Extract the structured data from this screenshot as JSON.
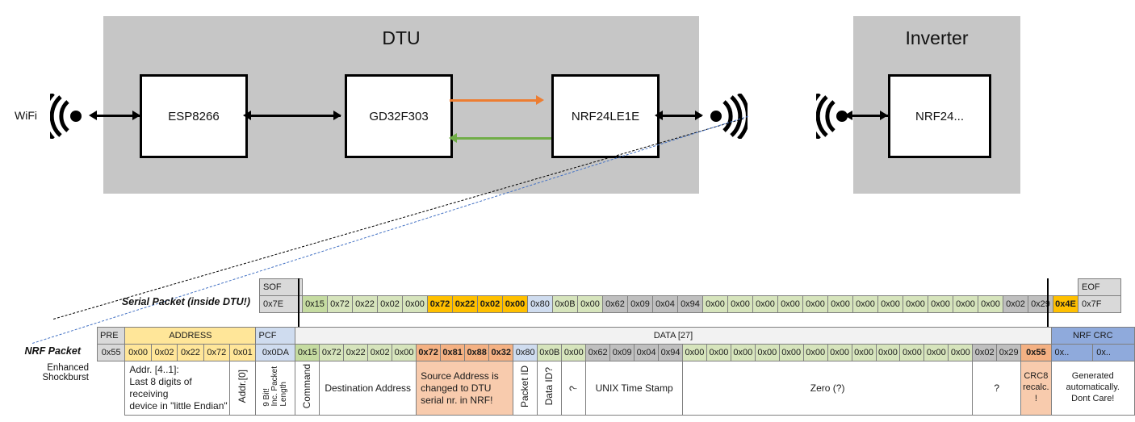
{
  "diagram": {
    "dtu": {
      "title": "DTU",
      "chips": [
        {
          "label": "ESP8266"
        },
        {
          "label": "GD32F303"
        },
        {
          "label": "NRF24LE1E"
        }
      ],
      "wifi_label": "WiFi",
      "internal_arrows": [
        {
          "name": "tx-arrow",
          "color": "#ED7D31",
          "direction": "right"
        },
        {
          "name": "rx-arrow",
          "color": "#70AD47",
          "direction": "left"
        }
      ]
    },
    "inverter": {
      "title": "Inverter",
      "chips": [
        {
          "label": "NRF24..."
        }
      ]
    }
  },
  "serial_packet": {
    "row_label": "Serial Packet (inside DTU!)",
    "sof_header": "SOF",
    "eof_header": "EOF",
    "sof_value": "0x7E",
    "eof_value": "0x7F",
    "cells": [
      {
        "v": "0x15",
        "c": "c-darkgreen"
      },
      {
        "v": "0x72",
        "c": "c-green"
      },
      {
        "v": "0x22",
        "c": "c-green"
      },
      {
        "v": "0x02",
        "c": "c-green"
      },
      {
        "v": "0x00",
        "c": "c-green"
      },
      {
        "v": "0x72",
        "c": "c-yellow"
      },
      {
        "v": "0x22",
        "c": "c-yellow"
      },
      {
        "v": "0x02",
        "c": "c-yellow"
      },
      {
        "v": "0x00",
        "c": "c-yellow"
      },
      {
        "v": "0x80",
        "c": "c-blue"
      },
      {
        "v": "0x0B",
        "c": "c-green"
      },
      {
        "v": "0x00",
        "c": "c-green"
      },
      {
        "v": "0x62",
        "c": "c-grey2"
      },
      {
        "v": "0x09",
        "c": "c-grey2"
      },
      {
        "v": "0x04",
        "c": "c-grey2"
      },
      {
        "v": "0x94",
        "c": "c-grey2"
      },
      {
        "v": "0x00",
        "c": "c-green"
      },
      {
        "v": "0x00",
        "c": "c-green"
      },
      {
        "v": "0x00",
        "c": "c-green"
      },
      {
        "v": "0x00",
        "c": "c-green"
      },
      {
        "v": "0x00",
        "c": "c-green"
      },
      {
        "v": "0x00",
        "c": "c-green"
      },
      {
        "v": "0x00",
        "c": "c-green"
      },
      {
        "v": "0x00",
        "c": "c-green"
      },
      {
        "v": "0x00",
        "c": "c-green"
      },
      {
        "v": "0x00",
        "c": "c-green"
      },
      {
        "v": "0x00",
        "c": "c-green"
      },
      {
        "v": "0x00",
        "c": "c-green"
      },
      {
        "v": "0x02",
        "c": "c-grey2"
      },
      {
        "v": "0x29",
        "c": "c-grey2"
      },
      {
        "v": "0x4E",
        "c": "c-yellow"
      }
    ]
  },
  "nrf_packet": {
    "row_label": "NRF Packet",
    "row_sublabel": "Enhanced Shockburst",
    "headers": {
      "pre": "PRE",
      "address": "ADDRESS",
      "pcf": "PCF",
      "data": "DATA [27]",
      "nrf_crc": "NRF CRC"
    },
    "pre_value": "0x55",
    "address_values": [
      "0x00",
      "0x02",
      "0x22",
      "0x72",
      "0x01"
    ],
    "pcf_value": "0x0DA",
    "cells": [
      {
        "v": "0x15",
        "c": "c-darkgreen"
      },
      {
        "v": "0x72",
        "c": "c-green"
      },
      {
        "v": "0x22",
        "c": "c-green"
      },
      {
        "v": "0x02",
        "c": "c-green"
      },
      {
        "v": "0x00",
        "c": "c-green"
      },
      {
        "v": "0x72",
        "c": "c-salmon"
      },
      {
        "v": "0x81",
        "c": "c-salmon"
      },
      {
        "v": "0x88",
        "c": "c-salmon"
      },
      {
        "v": "0x32",
        "c": "c-salmon"
      },
      {
        "v": "0x80",
        "c": "c-blue"
      },
      {
        "v": "0x0B",
        "c": "c-green"
      },
      {
        "v": "0x00",
        "c": "c-green"
      },
      {
        "v": "0x62",
        "c": "c-grey2"
      },
      {
        "v": "0x09",
        "c": "c-grey2"
      },
      {
        "v": "0x04",
        "c": "c-grey2"
      },
      {
        "v": "0x94",
        "c": "c-grey2"
      },
      {
        "v": "0x00",
        "c": "c-green"
      },
      {
        "v": "0x00",
        "c": "c-green"
      },
      {
        "v": "0x00",
        "c": "c-green"
      },
      {
        "v": "0x00",
        "c": "c-green"
      },
      {
        "v": "0x00",
        "c": "c-green"
      },
      {
        "v": "0x00",
        "c": "c-green"
      },
      {
        "v": "0x00",
        "c": "c-green"
      },
      {
        "v": "0x00",
        "c": "c-green"
      },
      {
        "v": "0x00",
        "c": "c-green"
      },
      {
        "v": "0x00",
        "c": "c-green"
      },
      {
        "v": "0x00",
        "c": "c-green"
      },
      {
        "v": "0x00",
        "c": "c-green"
      },
      {
        "v": "0x02",
        "c": "c-grey2"
      },
      {
        "v": "0x29",
        "c": "c-grey2"
      },
      {
        "v": "0x55",
        "c": "c-salmon"
      }
    ],
    "crc_values": [
      "0x..",
      "0x.."
    ]
  },
  "descriptions": {
    "address_note_line1": "Addr. [4..1]:",
    "address_note_line2": "Last 8 digits of receiving",
    "address_note_line3": "device in \"little Endian\"",
    "addr0": "Addr.[0]",
    "pcf_note_a": "9 Bit!",
    "pcf_note_b": "Inc. Packet",
    "pcf_note_c": "Length",
    "command": "Command",
    "destination_address": "Destination Address",
    "source_note": "Source Address is changed to DTU serial nr. in NRF!",
    "packet_id": "Packet ID",
    "data_id": "Data ID?",
    "question_small": "?",
    "unix_time_stamp": "UNIX Time Stamp",
    "zero": "Zero (?)",
    "question_mark": "?",
    "crc8_line1": "CRC8",
    "crc8_line2": "recalc.",
    "crc8_line3": "!",
    "nrf_crc_note_line1": "Generated",
    "nrf_crc_note_line2": "automatically.",
    "nrf_crc_note_line3": "Dont Care!"
  }
}
